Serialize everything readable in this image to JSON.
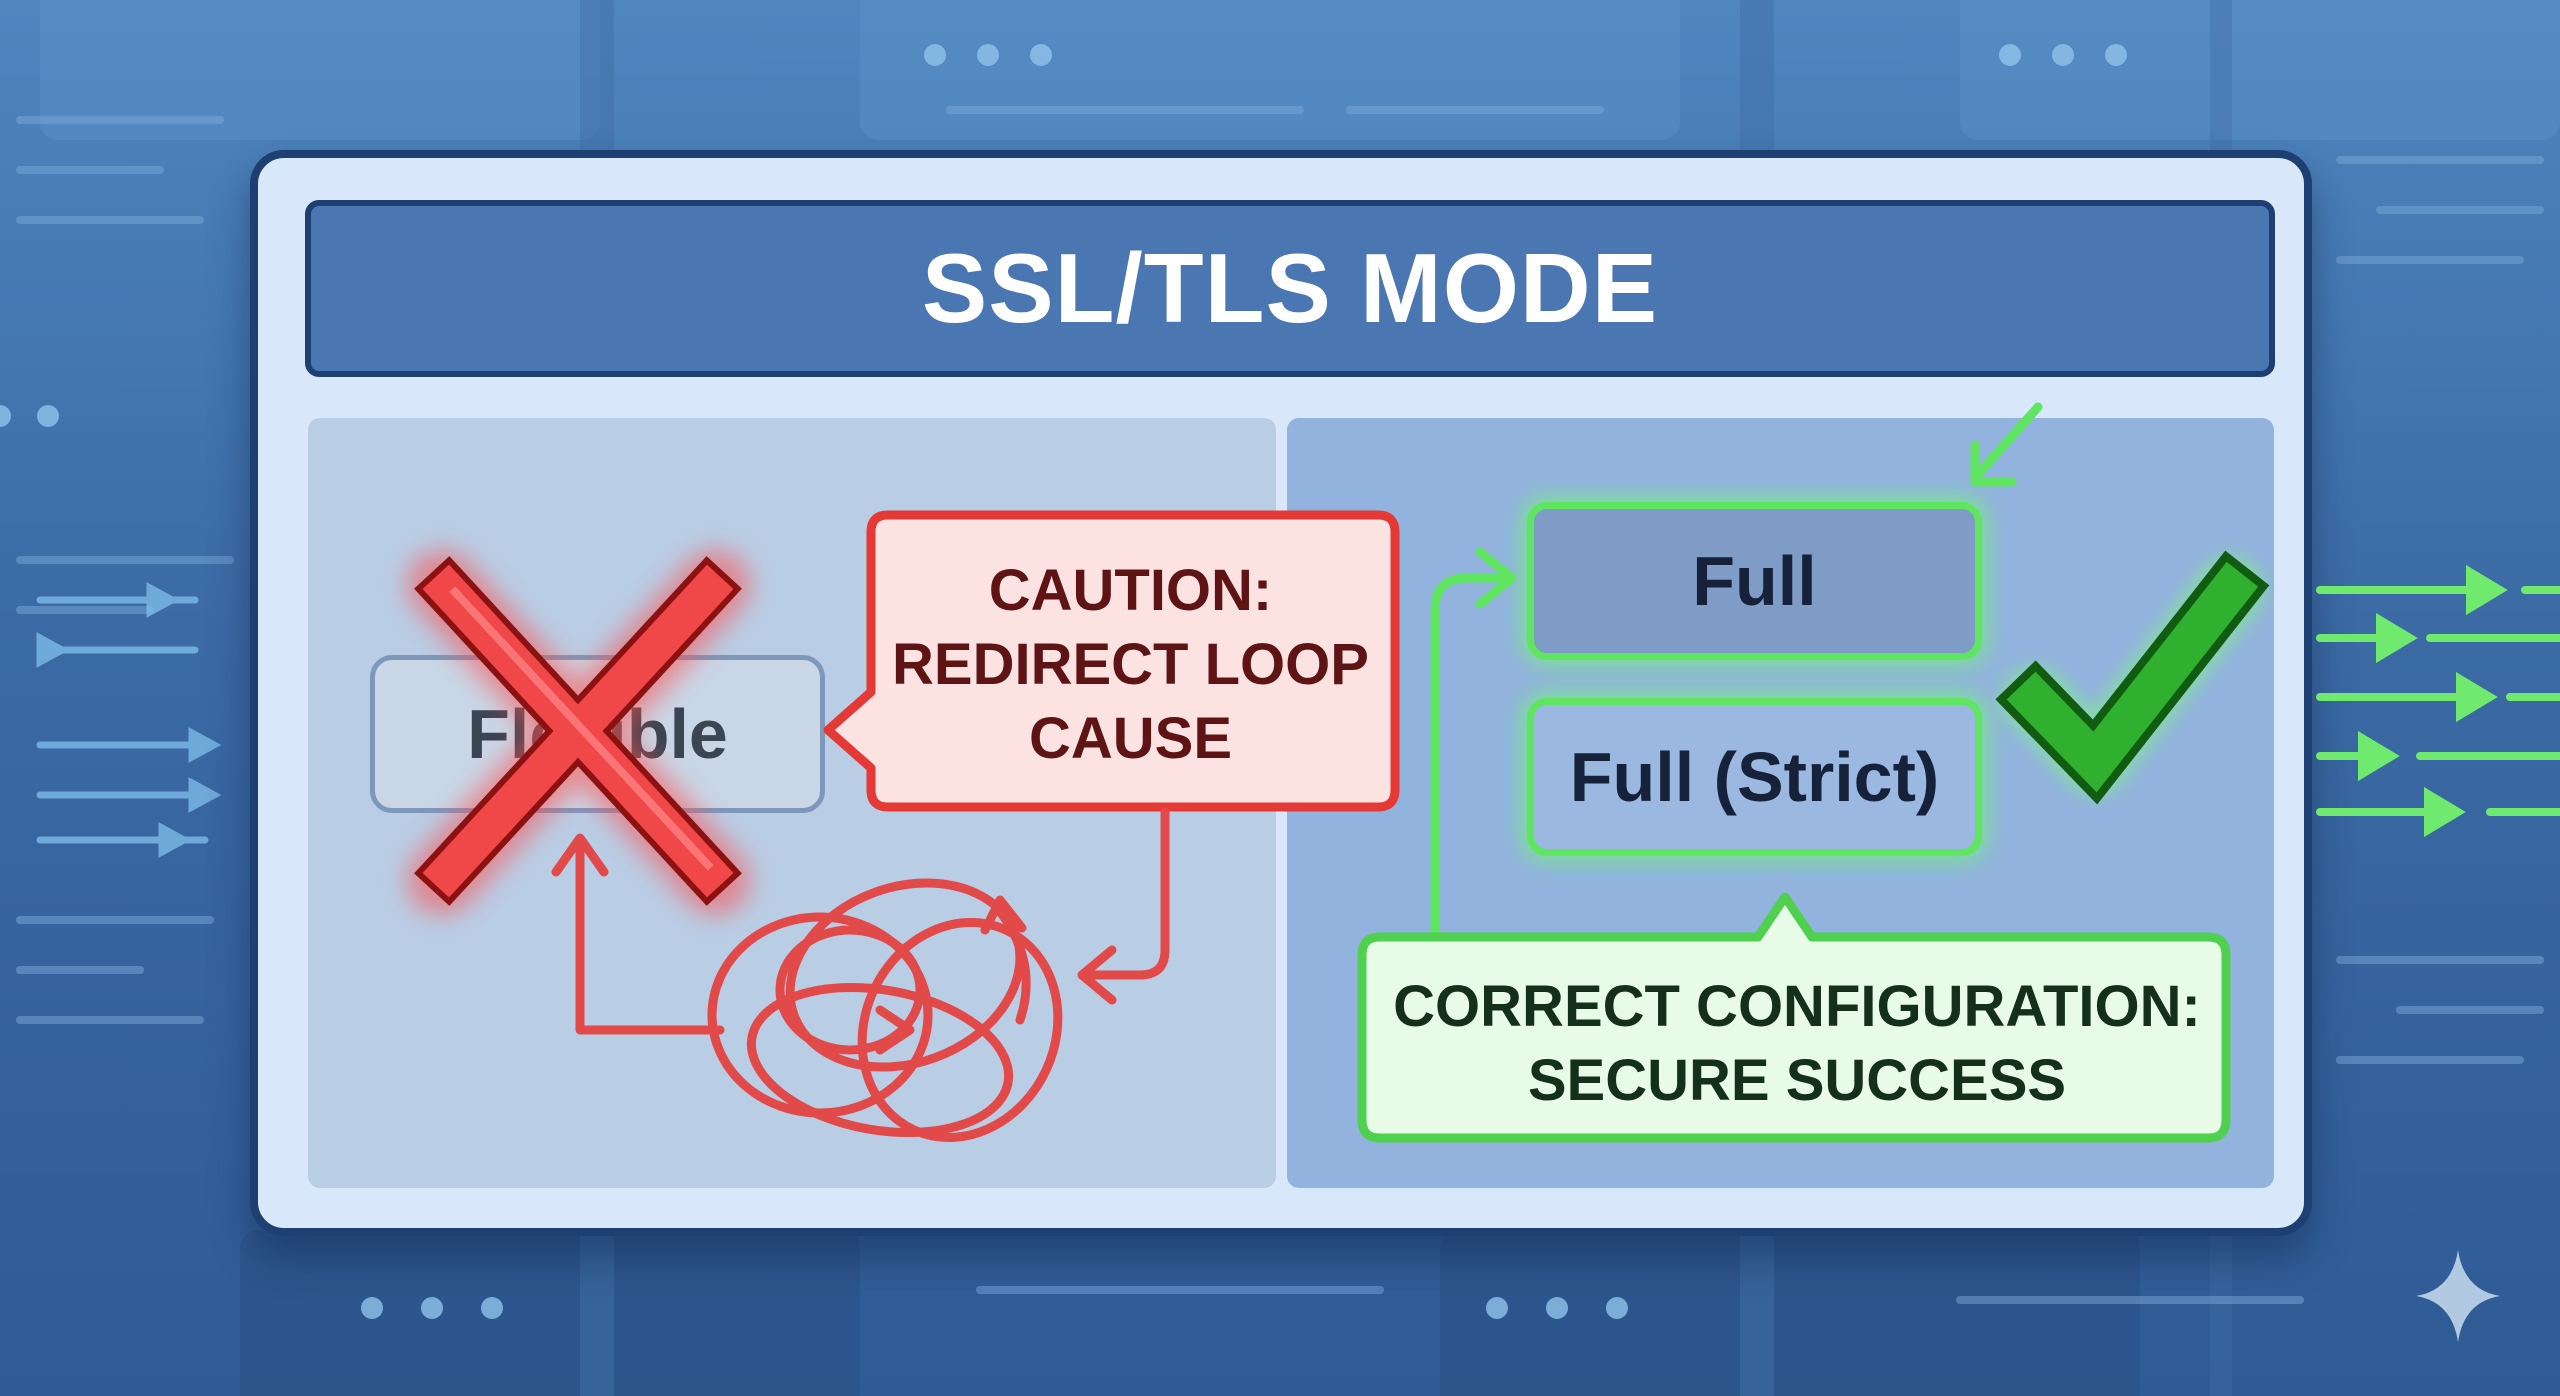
{
  "title": "SSL/TLS MODE",
  "modes": {
    "flexible": "Flexible",
    "full": "Full",
    "full_strict": "Full (Strict)"
  },
  "caution_callout": {
    "lines": [
      "CAUTION:",
      "REDIRECT LOOP",
      "CAUSE"
    ]
  },
  "success_callout": {
    "lines": [
      "CORRECT CONFIGURATION:",
      "SECURE SUCCESS"
    ]
  },
  "icons": {
    "rejected": "red-x-icon",
    "approved": "green-checkmark-icon",
    "loop": "tangled-redirect-loop-icon",
    "watermark": "sparkle-icon"
  },
  "colors": {
    "background": "#3b6aa4",
    "card": "#d8e8fa",
    "title_bar": "#4a76b2",
    "danger": "#e53935",
    "danger_fill": "#fde2e2",
    "success": "#5fe55f",
    "success_fill": "#e7fbe7",
    "check": "#2fb02f"
  }
}
